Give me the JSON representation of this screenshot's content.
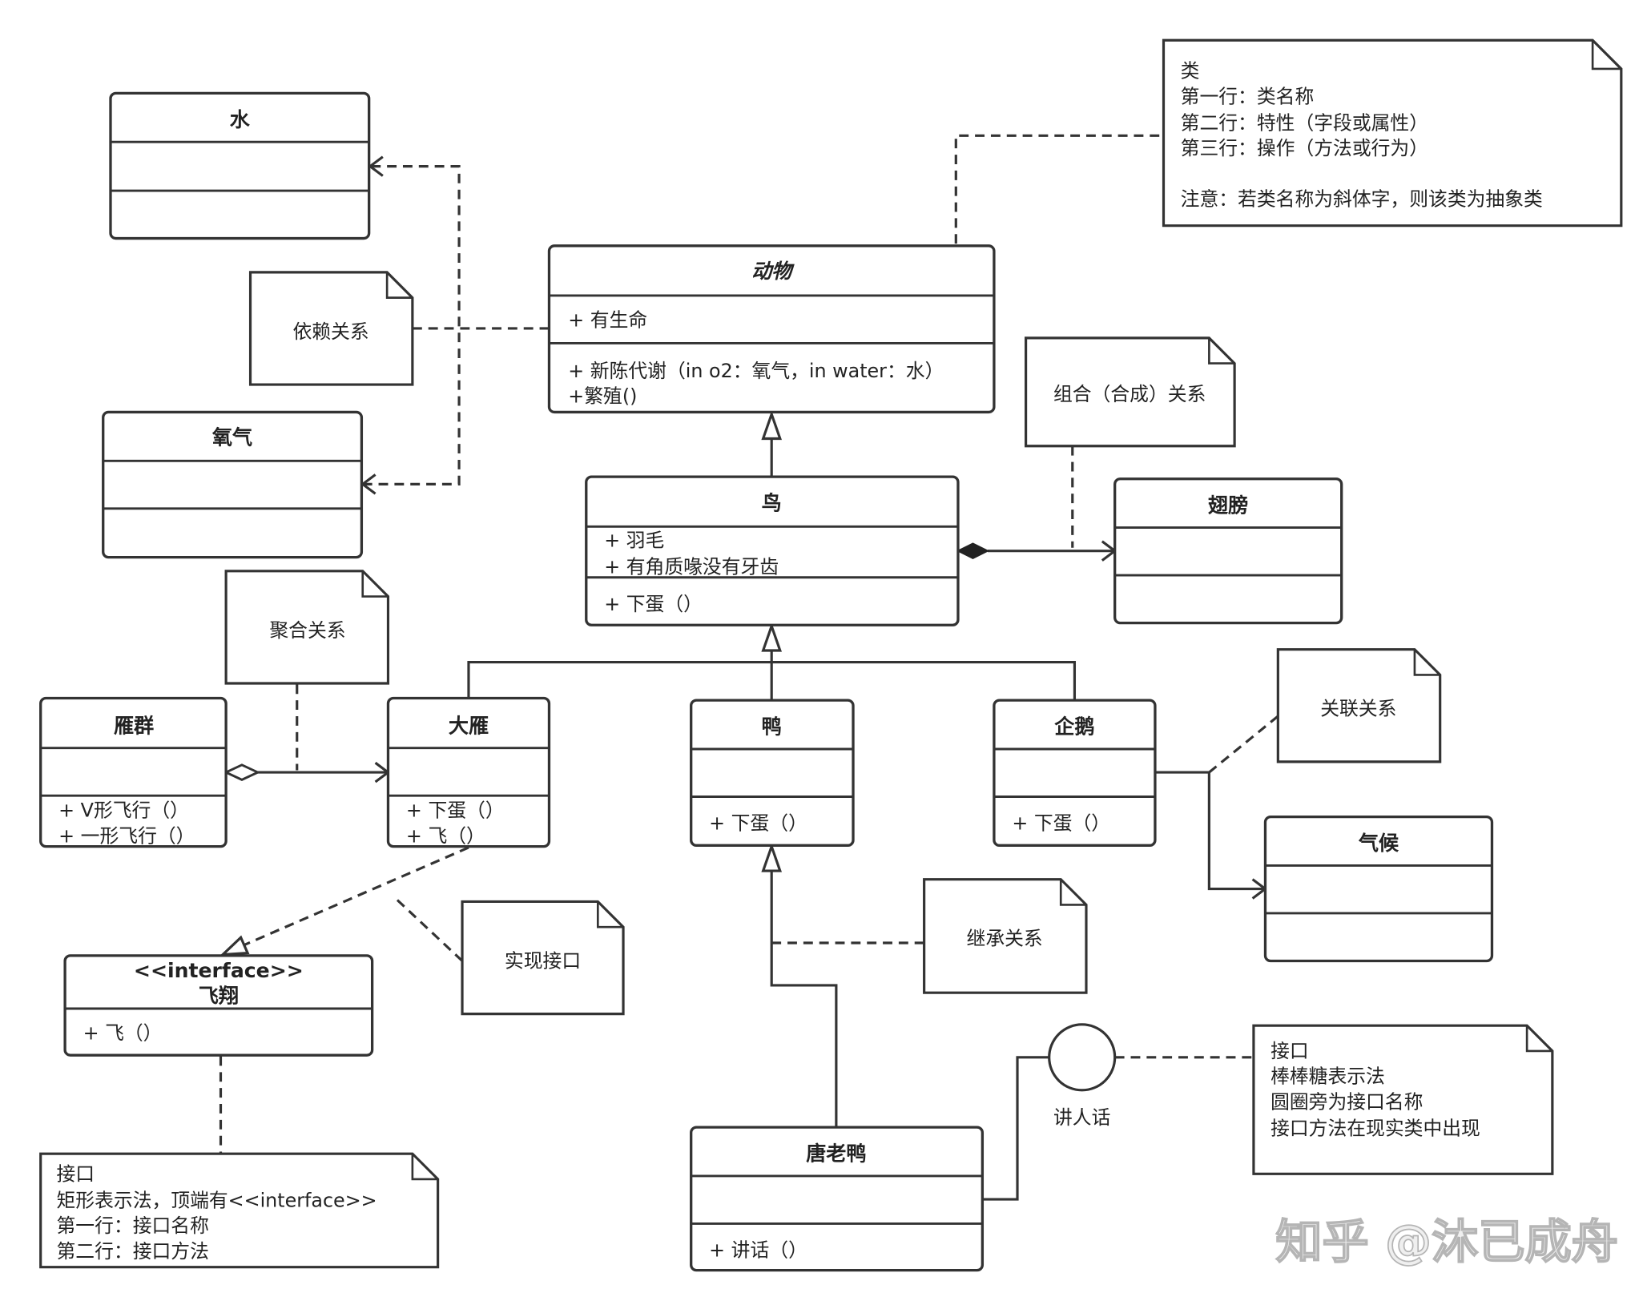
{
  "diagram": {
    "classes": {
      "water": {
        "name": "水"
      },
      "oxygen": {
        "name": "氧气"
      },
      "animal": {
        "name": "动物",
        "attributes": [
          "+ 有生命"
        ],
        "operations": [
          "+ 新陈代谢（in o2：氧气，in water：水）",
          "+繁殖()"
        ]
      },
      "bird": {
        "name": "鸟",
        "attributes": [
          "+ 羽毛",
          "+ 有角质喙没有牙齿"
        ],
        "operations": [
          "+ 下蛋（）"
        ]
      },
      "wings": {
        "name": "翅膀"
      },
      "goose_flock": {
        "name": "雁群",
        "operations": [
          "+ V形飞行（）",
          "+ 一形飞行（）"
        ]
      },
      "wild_goose": {
        "name": "大雁",
        "operations": [
          "+ 下蛋（）",
          "+ 飞（）"
        ]
      },
      "duck": {
        "name": "鸭",
        "operations": [
          "+ 下蛋（）"
        ]
      },
      "penguin": {
        "name": "企鹅",
        "operations": [
          "+ 下蛋（）"
        ]
      },
      "climate": {
        "name": "气候"
      },
      "donald_duck": {
        "name": "唐老鸭",
        "operations": [
          "+ 讲话（）"
        ]
      }
    },
    "interface": {
      "stereotype": "<<interface>>",
      "name": "飞翔",
      "operations": [
        "+ 飞（）"
      ]
    },
    "lollipop": {
      "label": "讲人话"
    },
    "notes": {
      "class_legend": [
        "类",
        "第一行：类名称",
        "第二行：特性（字段或属性）",
        "第三行：操作（方法或行为）",
        "注意：若类名称为斜体字，则该类为抽象类"
      ],
      "dependency": "依赖关系",
      "composition": "组合（合成）关系",
      "aggregation": "聚合关系",
      "association": "关联关系",
      "realization": "实现接口",
      "inheritance": "继承关系",
      "interface_legend": [
        "接口",
        "矩形表示法，顶端有<<interface>>",
        "第一行：接口名称",
        "第二行：接口方法"
      ],
      "lollipop_legend": [
        "接口",
        "棒棒糖表示法",
        "圆圈旁为接口名称",
        "接口方法在现实类中出现"
      ]
    },
    "watermark": "知乎 @沐已成舟",
    "colors": {
      "stroke": "#333333",
      "background": "#ffffff"
    }
  }
}
